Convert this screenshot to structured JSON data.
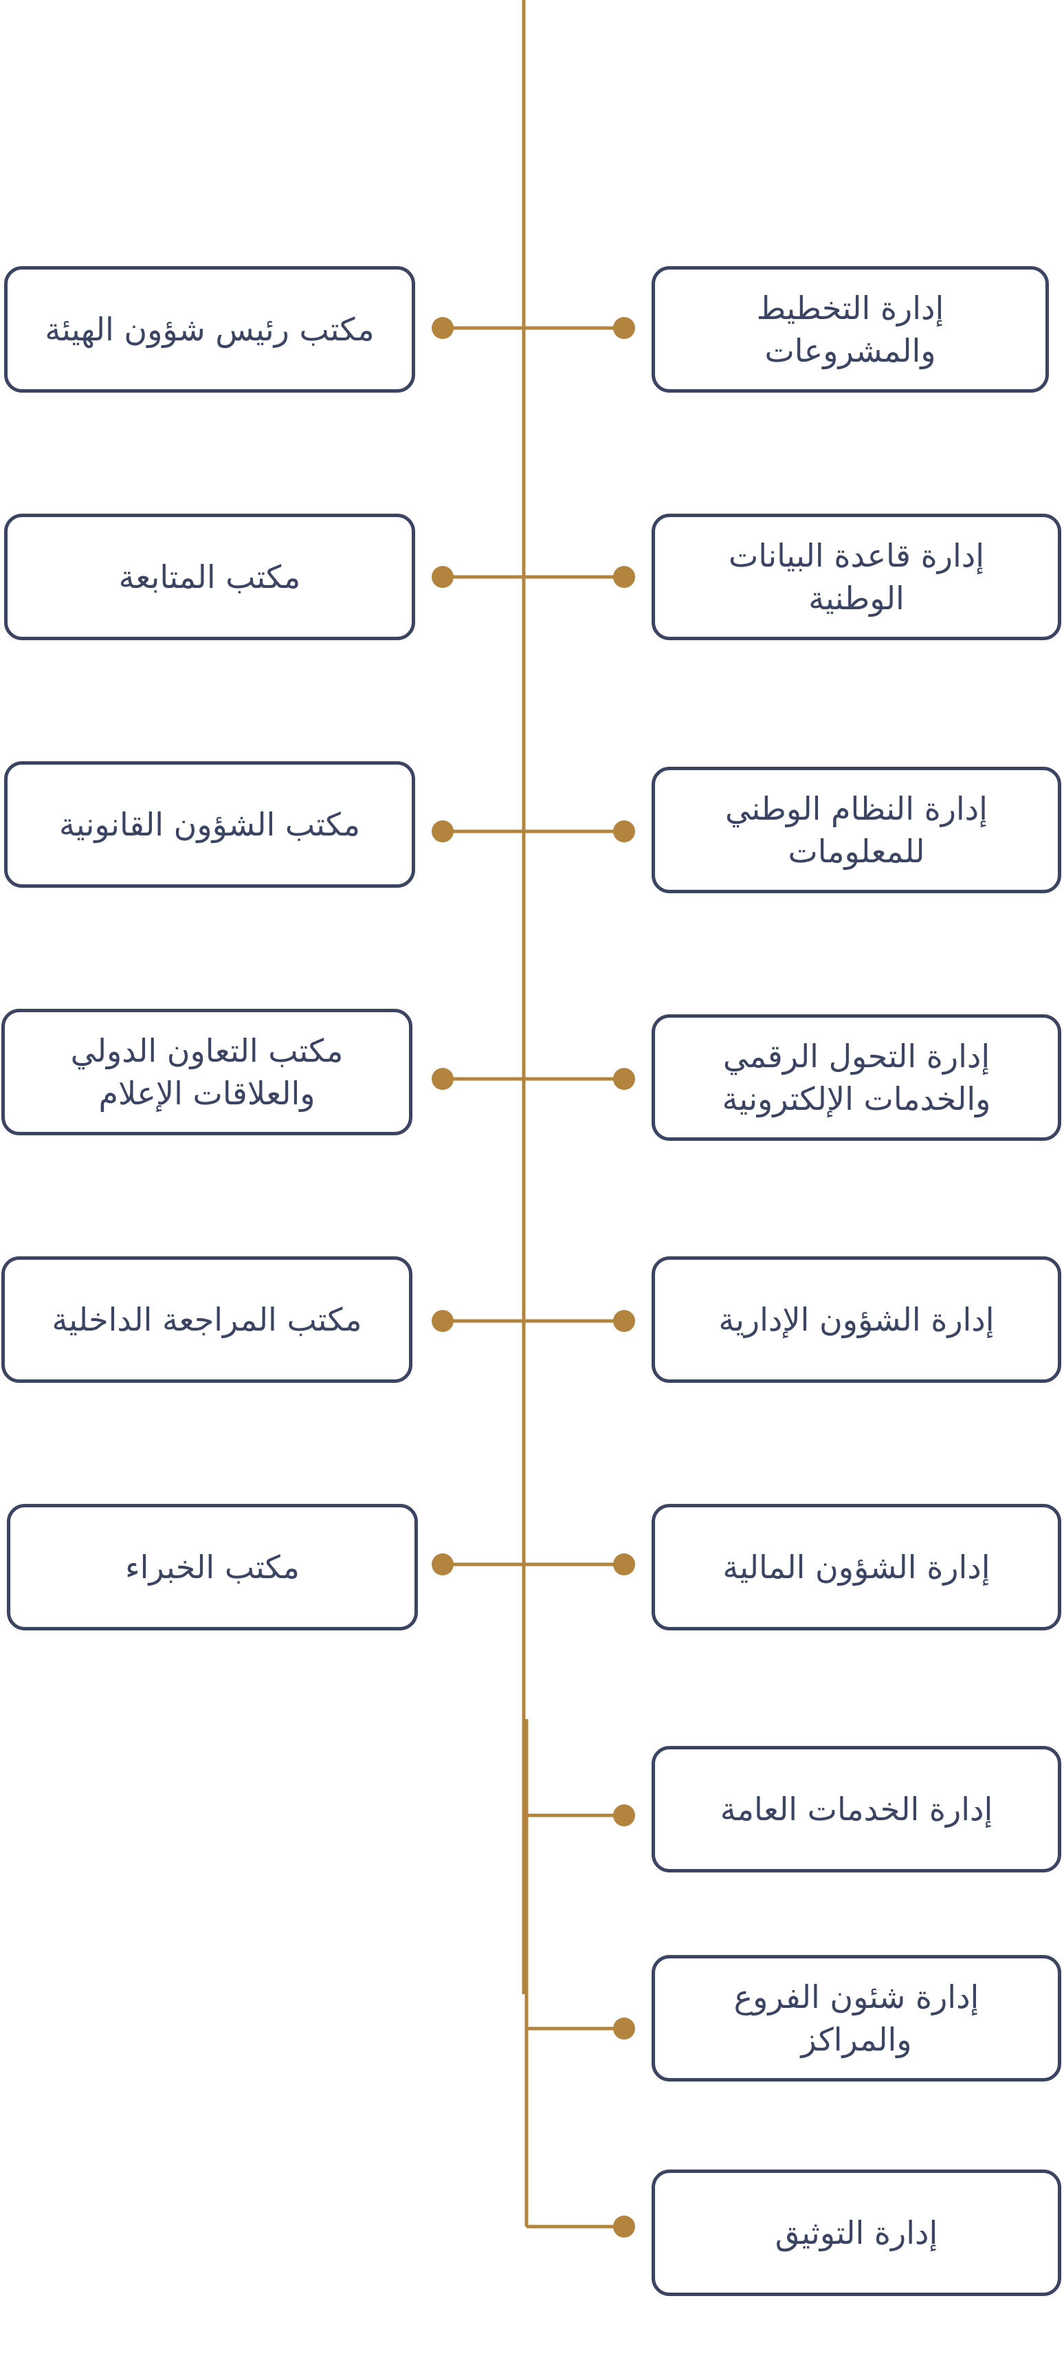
{
  "colors": {
    "connector": "#b3843e",
    "box_border": "#3b4462",
    "text": "#3b4462",
    "background": "#ffffff"
  },
  "left_offices": [
    {
      "label": "مكتب رئيس شؤون الهيئة"
    },
    {
      "label": "مكتب المتابعة"
    },
    {
      "label": "مكتب الشؤون القانونية"
    },
    {
      "label": "مكتب التعاون الدولي والعلاقات الإعلام"
    },
    {
      "label": "مكتب المراجعة الداخلية"
    },
    {
      "label": "مكتب الخبراء"
    }
  ],
  "right_departments": [
    {
      "label": "إدارة التخطيط والمشروعات"
    },
    {
      "label": "إدارة قاعدة البيانات الوطنية"
    },
    {
      "label": "إدارة النظام الوطني للمعلومات"
    },
    {
      "label": "إدارة التحول الرقمي والخدمات الإلكترونية"
    },
    {
      "label": "إدارة الشؤون الإدارية"
    },
    {
      "label": "إدارة الشؤون المالية"
    },
    {
      "label": "إدارة الخدمات العامة"
    },
    {
      "label": "إدارة شئون الفروع والمراكز"
    },
    {
      "label": "إدارة التوثيق"
    }
  ]
}
